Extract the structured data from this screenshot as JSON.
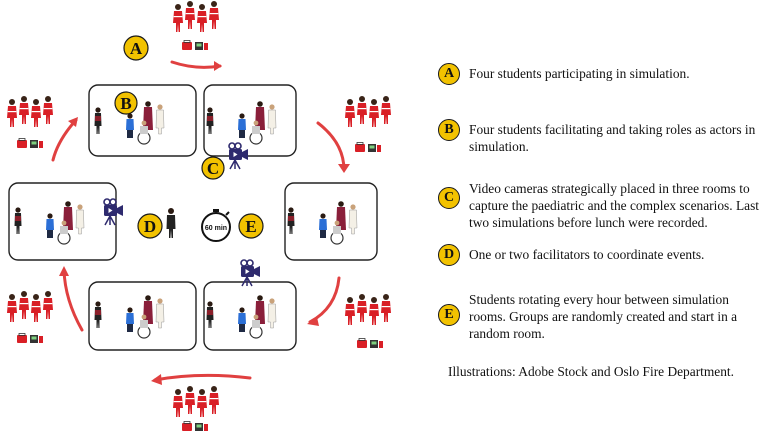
{
  "diagram": {
    "timer_label": "60 min",
    "badges": [
      "A",
      "B",
      "C",
      "D",
      "E"
    ]
  },
  "legend": [
    {
      "letter": "A",
      "text": "Four students participating in simulation."
    },
    {
      "letter": "B",
      "text": "Four students facilitating and taking roles as actors in simulation."
    },
    {
      "letter": "C",
      "text": "Video cameras strategically placed in three rooms to capture the paediatric and the complex scenarios. Last two simulations before lunch were recorded."
    },
    {
      "letter": "D",
      "text": "One or two facilitators to coordinate events."
    },
    {
      "letter": "E",
      "text": "Students rotating every hour between simulation rooms. Groups are randomly created and start in a random room."
    }
  ],
  "credit": "Illustrations: Adobe Stock and Oslo Fire Department.",
  "colors": {
    "badge": "#f2c200",
    "arrow": "#e04040",
    "student_uniform": "#d91f26",
    "camera": "#2e2a6e"
  }
}
